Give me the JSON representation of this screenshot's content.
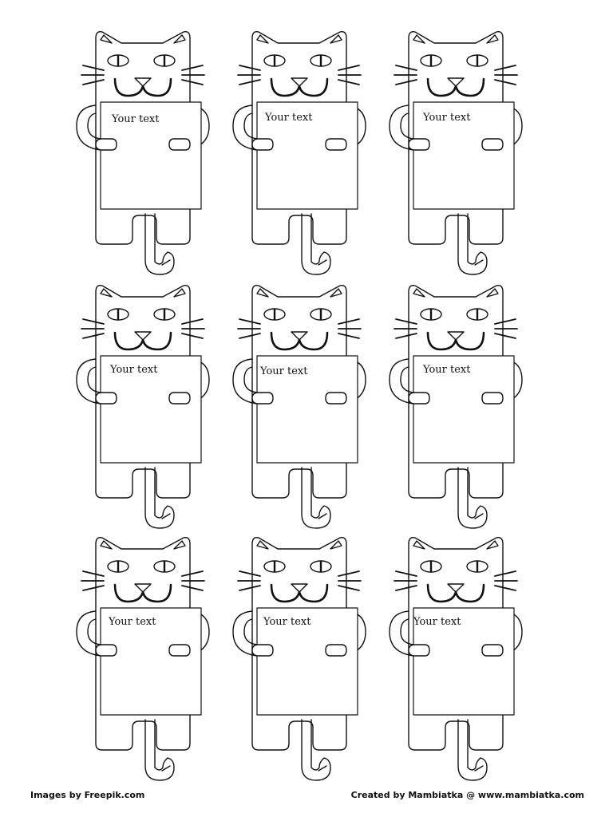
{
  "cards": [
    {
      "label": "Your text"
    },
    {
      "label": "Your text"
    },
    {
      "label": "Your text"
    },
    {
      "label": "Your text"
    },
    {
      "label": "Your text"
    },
    {
      "label": "Your text"
    },
    {
      "label": "Your text"
    },
    {
      "label": "Your text"
    },
    {
      "label": "Your text"
    }
  ],
  "footer": {
    "left": "Images by Freepik.com",
    "right": "Created by Mambiatka @ www.mambiatka.com"
  },
  "colors": {
    "line": "#111111",
    "background": "#ffffff"
  }
}
